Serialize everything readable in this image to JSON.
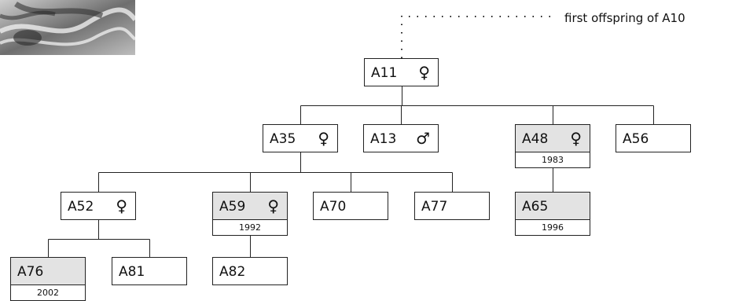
{
  "annotation": "first offspring of A10",
  "colors": {
    "line": "#222222",
    "highlight": "#e3e3e3",
    "box": "#ffffff"
  },
  "icons": {
    "female": "female-symbol-icon",
    "male": "male-symbol-icon"
  },
  "nodes": {
    "A11": {
      "id": "A11",
      "sex": "♀",
      "sex_name": "female"
    },
    "A35": {
      "id": "A35",
      "sex": "♀",
      "sex_name": "female"
    },
    "A13": {
      "id": "A13",
      "sex": "♂",
      "sex_name": "male"
    },
    "A48": {
      "id": "A48",
      "sex": "♀",
      "sex_name": "female",
      "year": "1983"
    },
    "A56": {
      "id": "A56"
    },
    "A52": {
      "id": "A52",
      "sex": "♀",
      "sex_name": "female"
    },
    "A59": {
      "id": "A59",
      "sex": "♀",
      "sex_name": "female",
      "year": "1992"
    },
    "A70": {
      "id": "A70"
    },
    "A77": {
      "id": "A77"
    },
    "A65": {
      "id": "A65",
      "year": "1996"
    },
    "A76": {
      "id": "A76",
      "year": "2002"
    },
    "A81": {
      "id": "A81"
    },
    "A82": {
      "id": "A82"
    }
  },
  "edges": [
    [
      "A11",
      "A35"
    ],
    [
      "A11",
      "A13"
    ],
    [
      "A11",
      "A48"
    ],
    [
      "A11",
      "A56"
    ],
    [
      "A35",
      "A52"
    ],
    [
      "A35",
      "A59"
    ],
    [
      "A35",
      "A70"
    ],
    [
      "A35",
      "A77"
    ],
    [
      "A48",
      "A65"
    ],
    [
      "A52",
      "A76"
    ],
    [
      "A52",
      "A81"
    ],
    [
      "A59",
      "A82"
    ]
  ]
}
